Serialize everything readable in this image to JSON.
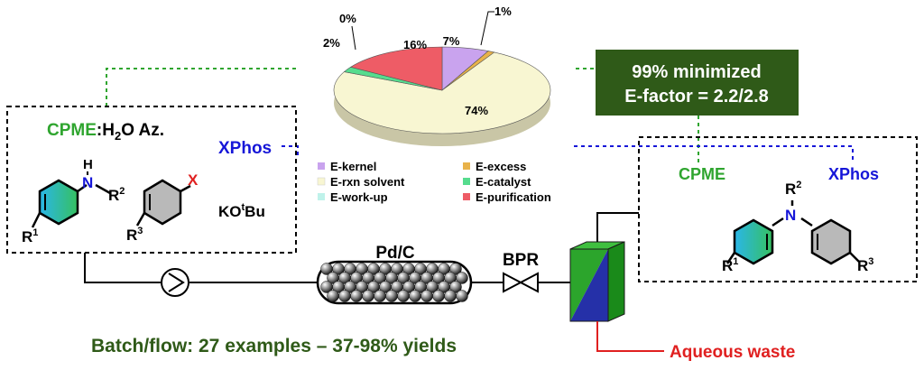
{
  "pie": {
    "chart_data": {
      "type": "pie",
      "slices": [
        {
          "label": "E-kernel",
          "value": 7,
          "value_label": "7%",
          "color": "#c9a3ee"
        },
        {
          "label": "E-excess",
          "value": 1,
          "value_label": "1%",
          "color": "#e8b24a"
        },
        {
          "label": "E-rxn solvent",
          "value": 74,
          "value_label": "74%",
          "color": "#f8f6d2"
        },
        {
          "label": "E-catalyst",
          "value": 2,
          "value_label": "2%",
          "color": "#56dc8e"
        },
        {
          "label": "E-work-up",
          "value": 0,
          "value_label": "0%",
          "color": "#bff2ea"
        },
        {
          "label": "E-purification",
          "value": 16,
          "value_label": "16%",
          "color": "#ee5c66"
        }
      ],
      "legend_position": "bottom"
    }
  },
  "efactor_box": {
    "line1": "99% minimized",
    "line2": "E-factor = 2.2/2.8",
    "bg_color": "#2f5a18"
  },
  "batch_box": {
    "solvent_green": "CPME",
    "solvent_rest_a": ":H",
    "solvent_sub": "2",
    "solvent_rest_b": "O Az.",
    "ligand": "XPhos",
    "base_a": "KO",
    "base_sup": "t",
    "base_b": "Bu",
    "amine_h": "H",
    "amine_n": "N",
    "r1": "R",
    "r1_sup": "1",
    "r2": "R",
    "r2_sup": "2",
    "r3": "R",
    "r3_sup": "3",
    "halide": "X"
  },
  "product_box": {
    "solvent": "CPME",
    "ligand": "XPhos",
    "n": "N",
    "r1": "R",
    "r1_sup": "1",
    "r2": "R",
    "r2_sup": "2",
    "r3": "R",
    "r3_sup": "3"
  },
  "flow": {
    "reactor_label": "Pd/C",
    "bpr_label": "BPR",
    "waste_label": "Aqueous waste"
  },
  "summary": "Batch/flow: 27 examples – 37-98% yields",
  "colors": {
    "green": "#2fa52f",
    "blue": "#1616d8",
    "red": "#e02020",
    "dark_green": "#2f5a18",
    "ring_cyan": "#27c9e6",
    "ring_green": "#30b050"
  }
}
